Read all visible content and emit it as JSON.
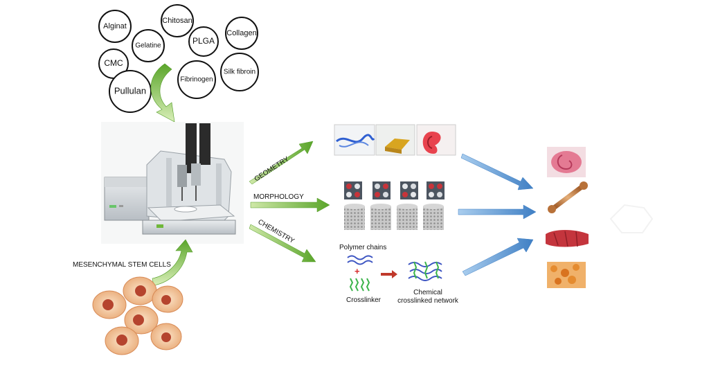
{
  "materials": [
    {
      "label": "Alginat"
    },
    {
      "label": "Chitosan"
    },
    {
      "label": "Collagen"
    },
    {
      "label": "Gelatine"
    },
    {
      "label": "PLGA"
    },
    {
      "label": "CMC"
    },
    {
      "label": "Silk fibroin"
    },
    {
      "label": "Fibrinogen"
    },
    {
      "label": "Pullulan"
    }
  ],
  "cells_label": "MESENCHYMAL STEM CELLS",
  "branches": {
    "geometry": "GEOMETRY",
    "morphology": "MORPHOLOGY",
    "chemistry": "CHEMISTRY"
  },
  "chemistry_panel": {
    "polymer_chains": "Polymer chains",
    "plus": "+",
    "crosslinker": "Crosslinker",
    "network_line1": "Chemical",
    "network_line2": "crosslinked network"
  },
  "colors": {
    "green_arrow": "#6fb73a",
    "blue_arrow": "#4f8fcf",
    "cell_fill": "#f3c9a0",
    "cell_nucleus": "#b5442e",
    "tissue_red": "#c4353d"
  }
}
